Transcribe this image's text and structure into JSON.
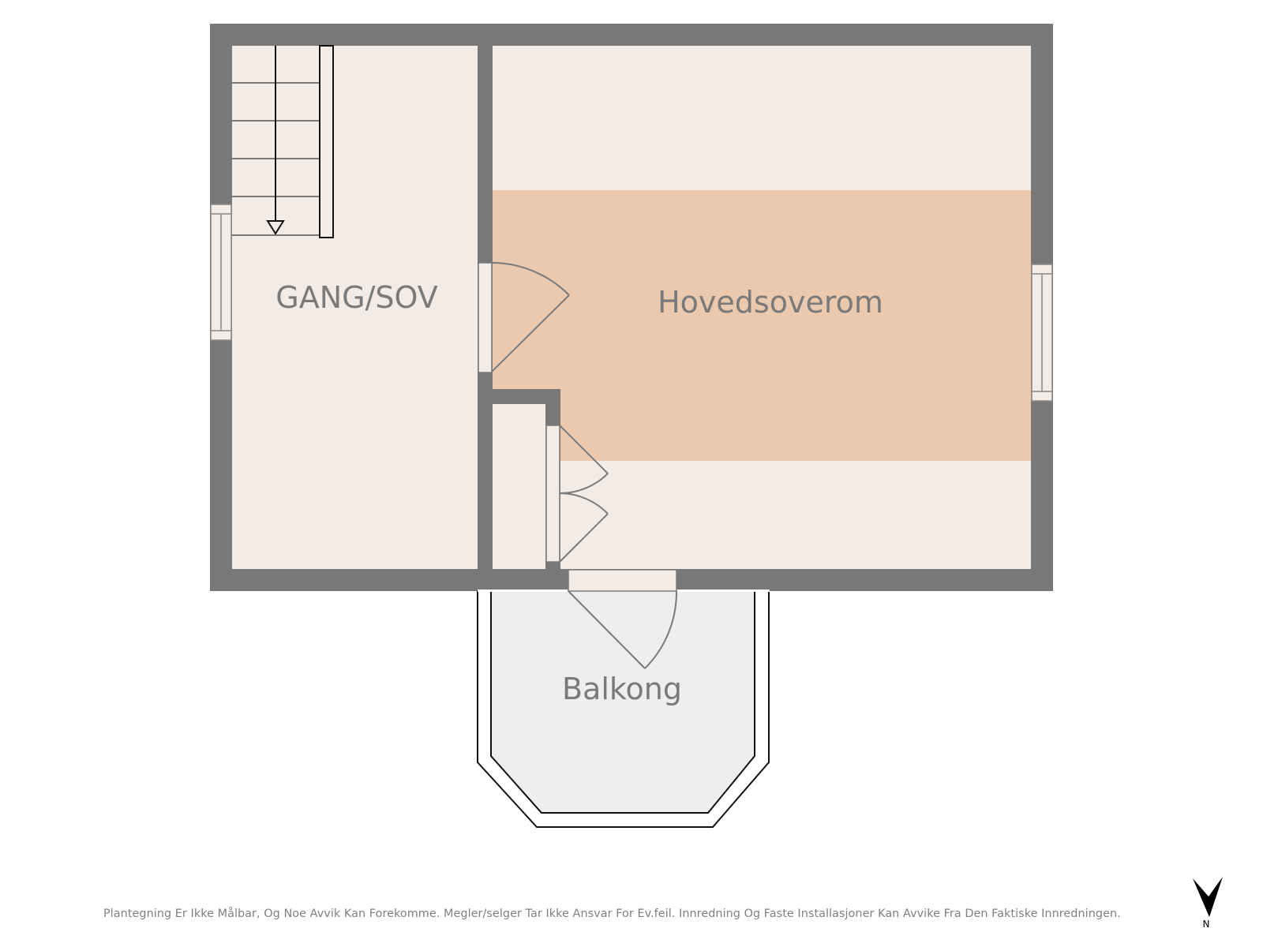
{
  "floorplan": {
    "rooms": [
      {
        "id": "gang-sov",
        "label": "GANG/SOV",
        "fill": "#f3ece6"
      },
      {
        "id": "hovedsoverom",
        "label": "Hovedsoverom",
        "fill": "#eac9ae"
      },
      {
        "id": "balkong",
        "label": "Balkong",
        "fill": "#eeeeee"
      }
    ],
    "wall_color": "#787878",
    "floor_color": "#f3ece6",
    "carpet_color": "#eac9ae",
    "balcony_color": "#eeeeee"
  },
  "compass": {
    "label": "N",
    "icon": "north-arrow-icon"
  },
  "footer": {
    "disclaimer": "Plantegning Er Ikke Målbar, Og Noe Avvik Kan Forekomme. Megler/selger Tar Ikke Ansvar For Ev.feil. Innredning Og Faste Installasjoner Kan Avvike Fra Den Faktiske Innredningen."
  }
}
